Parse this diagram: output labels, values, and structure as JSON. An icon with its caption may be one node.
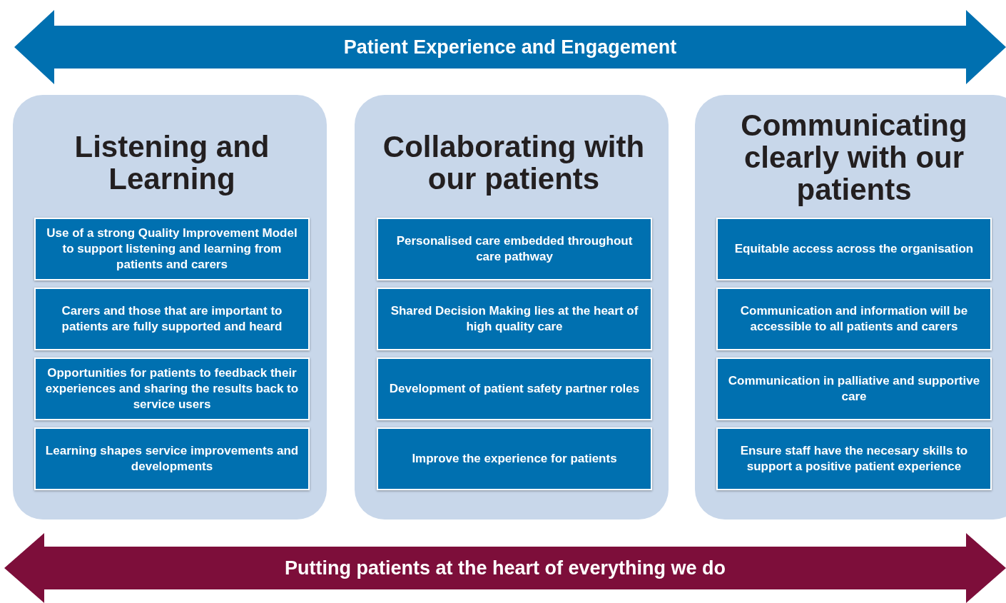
{
  "diagram": {
    "nodes": [
      {
        "text": [
          "Patient Experience and Engagement"
        ]
      },
      {
        "text": [
          "Listening and Learning"
        ]
      },
      {
        "text": [
          "Use of a strong Quality Improvement Model to support listening and learning from patients and carers"
        ],
        "in": 1
      },
      {
        "text": [
          "Carers and those that are important to patients are fully supported and heard"
        ],
        "in": 1
      },
      {
        "text": [
          "Opportunities for patients to feedback their experiences and sharing the results back to service users"
        ],
        "in": 1
      },
      {
        "text": [
          "Learning shapes service improvements and developments"
        ],
        "in": 1
      },
      {
        "text": [
          "Collaborating with our patients"
        ]
      },
      {
        "text": [
          "Personalised care embedded throughout care pathway"
        ],
        "in": 6
      },
      {
        "text": [
          "Shared Decision Making lies at the heart of high quality care"
        ],
        "in": 6
      },
      {
        "text": [
          "Development of patient safety partner roles"
        ],
        "in": 6
      },
      {
        "text": [
          "Improve the experience for patients"
        ],
        "in": 6
      },
      {
        "text": [
          "Communicating clearly with our patients"
        ]
      },
      {
        "text": [
          "Equitable access across the organisation"
        ],
        "in": 11
      },
      {
        "text": [
          "Communication and information will be accessible to all patients and carers"
        ],
        "in": 11
      },
      {
        "text": [
          "Communication in palliative and supportive care"
        ],
        "in": 11
      },
      {
        "text": [
          "Ensure staff have the necesary skills to support a positive patient experience"
        ],
        "in": 11
      },
      {
        "text": [
          "Putting patients at the heart of everything we do"
        ]
      }
    ],
    "edges": []
  }
}
